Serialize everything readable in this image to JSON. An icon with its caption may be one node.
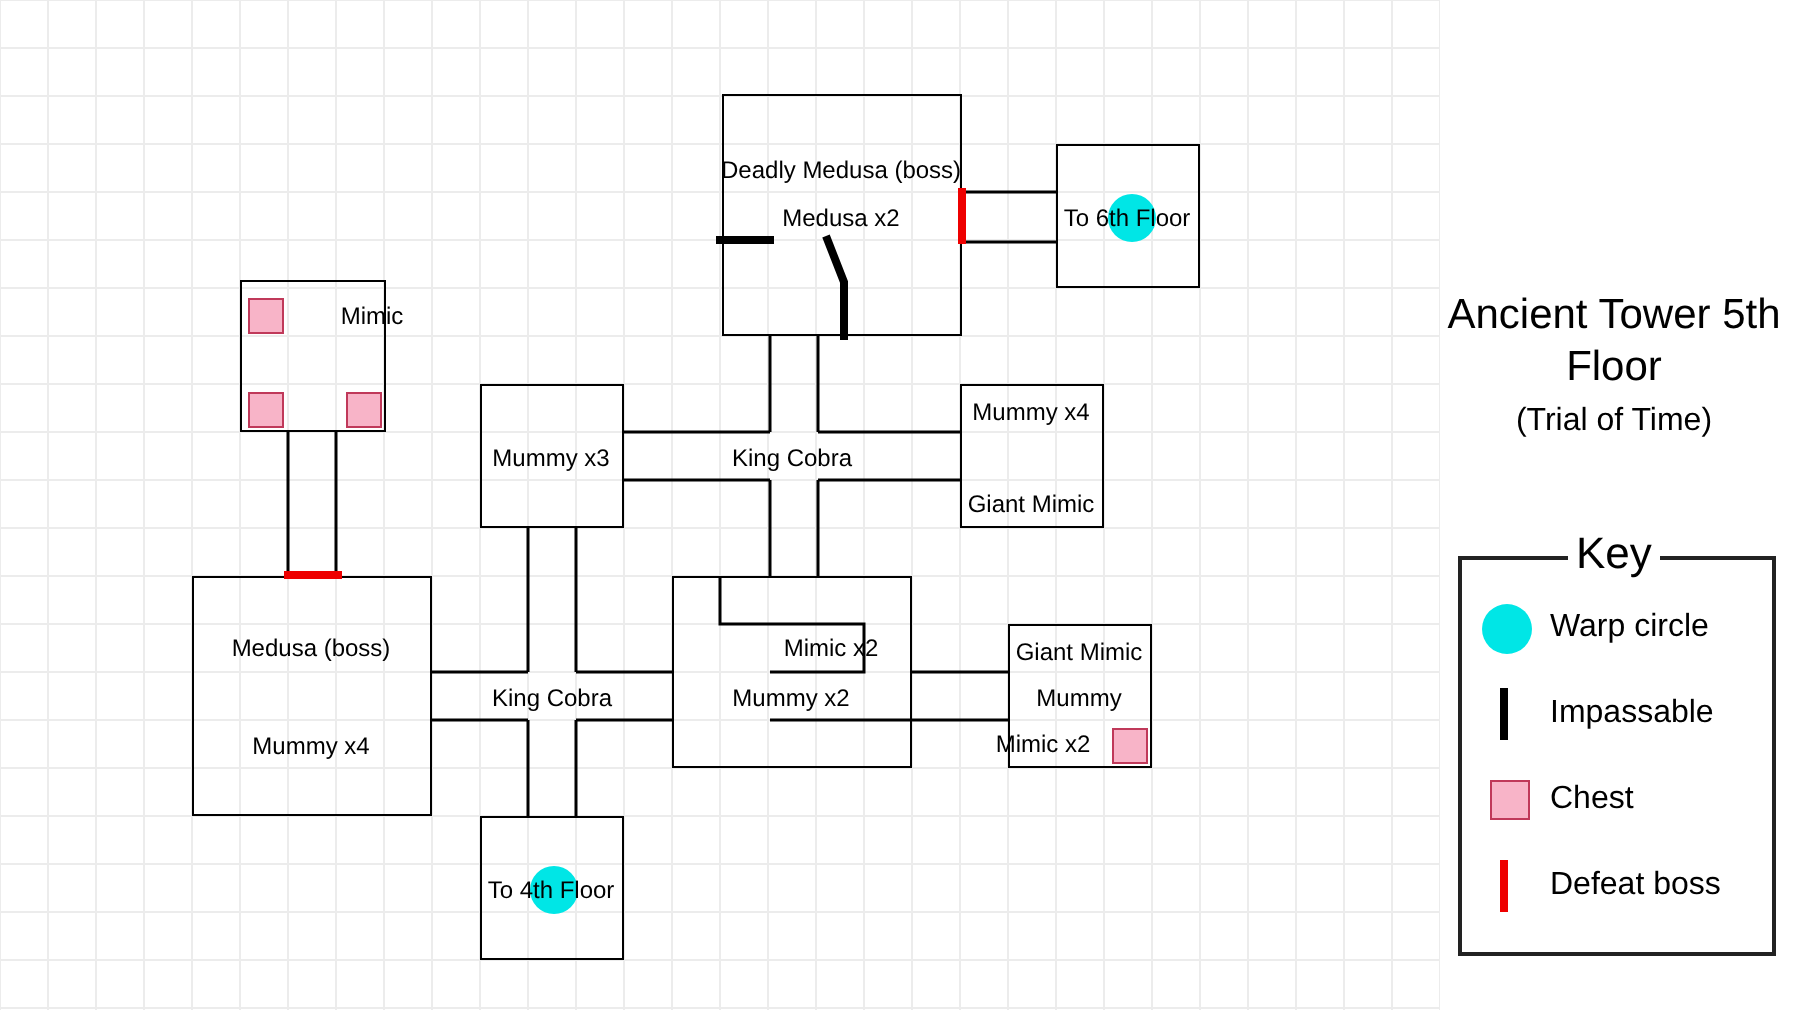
{
  "diagram": {
    "title": "Ancient Tower 5th Floor",
    "nodes": [
      {
        "text": [
          "Mimic"
        ]
      },
      {
        "text": [
          "Deadly Medusa (boss)",
          "Medusa x2"
        ]
      },
      {
        "text": [
          "To 6th Floor"
        ]
      },
      {
        "text": [
          "Mummy x3"
        ]
      },
      {
        "text": [
          "Mummy x4",
          "Giant Mimic"
        ]
      },
      {
        "text": [
          "Medusa (boss)",
          "Mummy x4"
        ]
      },
      {
        "text": [
          "Mimic x2",
          "Mummy x2"
        ]
      },
      {
        "text": [
          "Giant Mimic",
          "Mummy",
          "Mimic x2"
        ]
      },
      {
        "text": [
          "To 4th Floor"
        ]
      }
    ],
    "labels": [
      "(Trial of Time)",
      "King Cobra",
      "King Cobra",
      "Key"
    ],
    "legend": [
      {
        "text": "Warp circle",
        "color": "#00e6e6"
      },
      {
        "text": "Impassable"
      },
      {
        "text": "Chest",
        "color": "#f8b4c8"
      },
      {
        "text": "Defeat boss"
      }
    ]
  }
}
